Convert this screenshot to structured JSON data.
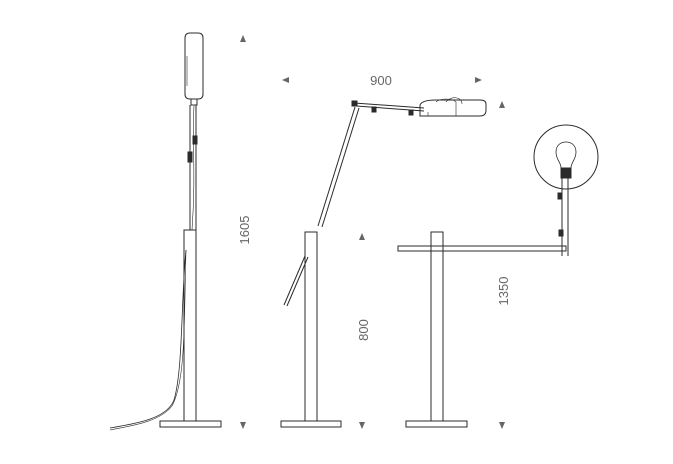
{
  "dimensions": {
    "side_height": "1605",
    "reach_width": "900",
    "base_height": "800",
    "front_height": "1350"
  },
  "colors": {
    "line": "#2b2b2b",
    "dim_text": "#666666",
    "arrow": "#666666",
    "background": "#ffffff"
  }
}
